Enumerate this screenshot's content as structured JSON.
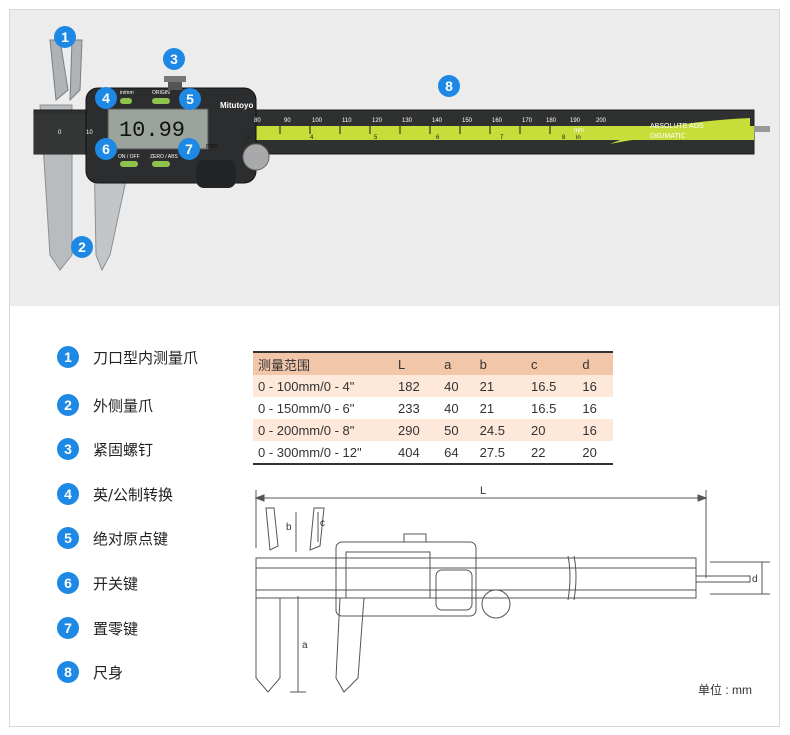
{
  "markers": [
    {
      "num": "1"
    },
    {
      "num": "2"
    },
    {
      "num": "3"
    },
    {
      "num": "4"
    },
    {
      "num": "5"
    },
    {
      "num": "6"
    },
    {
      "num": "7"
    },
    {
      "num": "8"
    }
  ],
  "caliper": {
    "display_value": "10.99",
    "display_unit": "mm",
    "brand": "Mitutoyo",
    "button_inch_mm": "in/mm",
    "button_origin": "ORIGIN",
    "button_onoff": "ON / OFF",
    "button_zero": "ZERO / ABS",
    "scale_top": [
      "80",
      "90",
      "100",
      "110",
      "120",
      "130",
      "140",
      "150",
      "160",
      "170",
      "180",
      "190",
      "200",
      "mm"
    ],
    "scale_main": [
      "0",
      "10"
    ],
    "scale_bottom": [
      "3",
      "4",
      "5",
      "6",
      "7",
      "8",
      "in"
    ],
    "logo_line1": "ABSOLUTE AOS",
    "logo_line2": "DIGIMATIC"
  },
  "legend": [
    {
      "num": "1",
      "label": "刀口型内测量爪"
    },
    {
      "num": "2",
      "label": "外侧量爪"
    },
    {
      "num": "3",
      "label": "紧固螺钉"
    },
    {
      "num": "4",
      "label": "英/公制转换"
    },
    {
      "num": "5",
      "label": "绝对原点键"
    },
    {
      "num": "6",
      "label": "开关键"
    },
    {
      "num": "7",
      "label": "置零键"
    },
    {
      "num": "8",
      "label": "尺身"
    }
  ],
  "spec_table": {
    "headers": [
      "测量范围",
      "L",
      "a",
      "b",
      "c",
      "d"
    ],
    "rows": [
      [
        "0 - 100mm/0 - 4\"",
        "182",
        "40",
        "21",
        "16.5",
        "16"
      ],
      [
        "0 - 150mm/0 - 6\"",
        "233",
        "40",
        "21",
        "16.5",
        "16"
      ],
      [
        "0 - 200mm/0 - 8\"",
        "290",
        "50",
        "24.5",
        "20",
        "16"
      ],
      [
        "0 - 300mm/0 - 12\"",
        "404",
        "64",
        "27.5",
        "22",
        "20"
      ]
    ]
  },
  "drawing": {
    "label_L": "L",
    "label_a": "a",
    "label_b": "b",
    "label_c": "c",
    "label_d": "d"
  },
  "unit_note": "单位 : mm",
  "colors": {
    "accent_blue": "#1e88e5",
    "scale_green": "#c6dd3a",
    "table_header": "#f2c6a8",
    "table_stripe": "#fde8da"
  }
}
